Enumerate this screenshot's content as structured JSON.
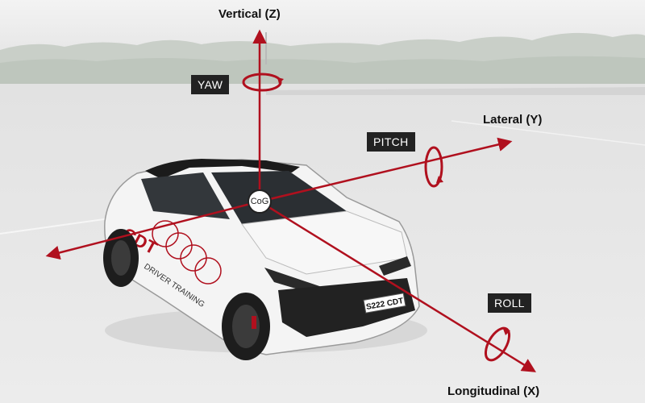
{
  "labels": {
    "vertical": "Vertical (Z)",
    "lateral": "Lateral (Y)",
    "longitudinal": "Longitudinal (X)",
    "yaw": "YAW",
    "pitch": "PITCH",
    "roll": "ROLL",
    "cog": "CoG"
  },
  "car": {
    "plate": "S222 CDT",
    "livery_brand": "CDT",
    "livery_text": "DRIVER TRAINING"
  },
  "colors": {
    "axis": "#b0101e",
    "tag_bg": "#222222",
    "car_body": "#f4f4f4",
    "car_roof": "#1b1b1b"
  }
}
